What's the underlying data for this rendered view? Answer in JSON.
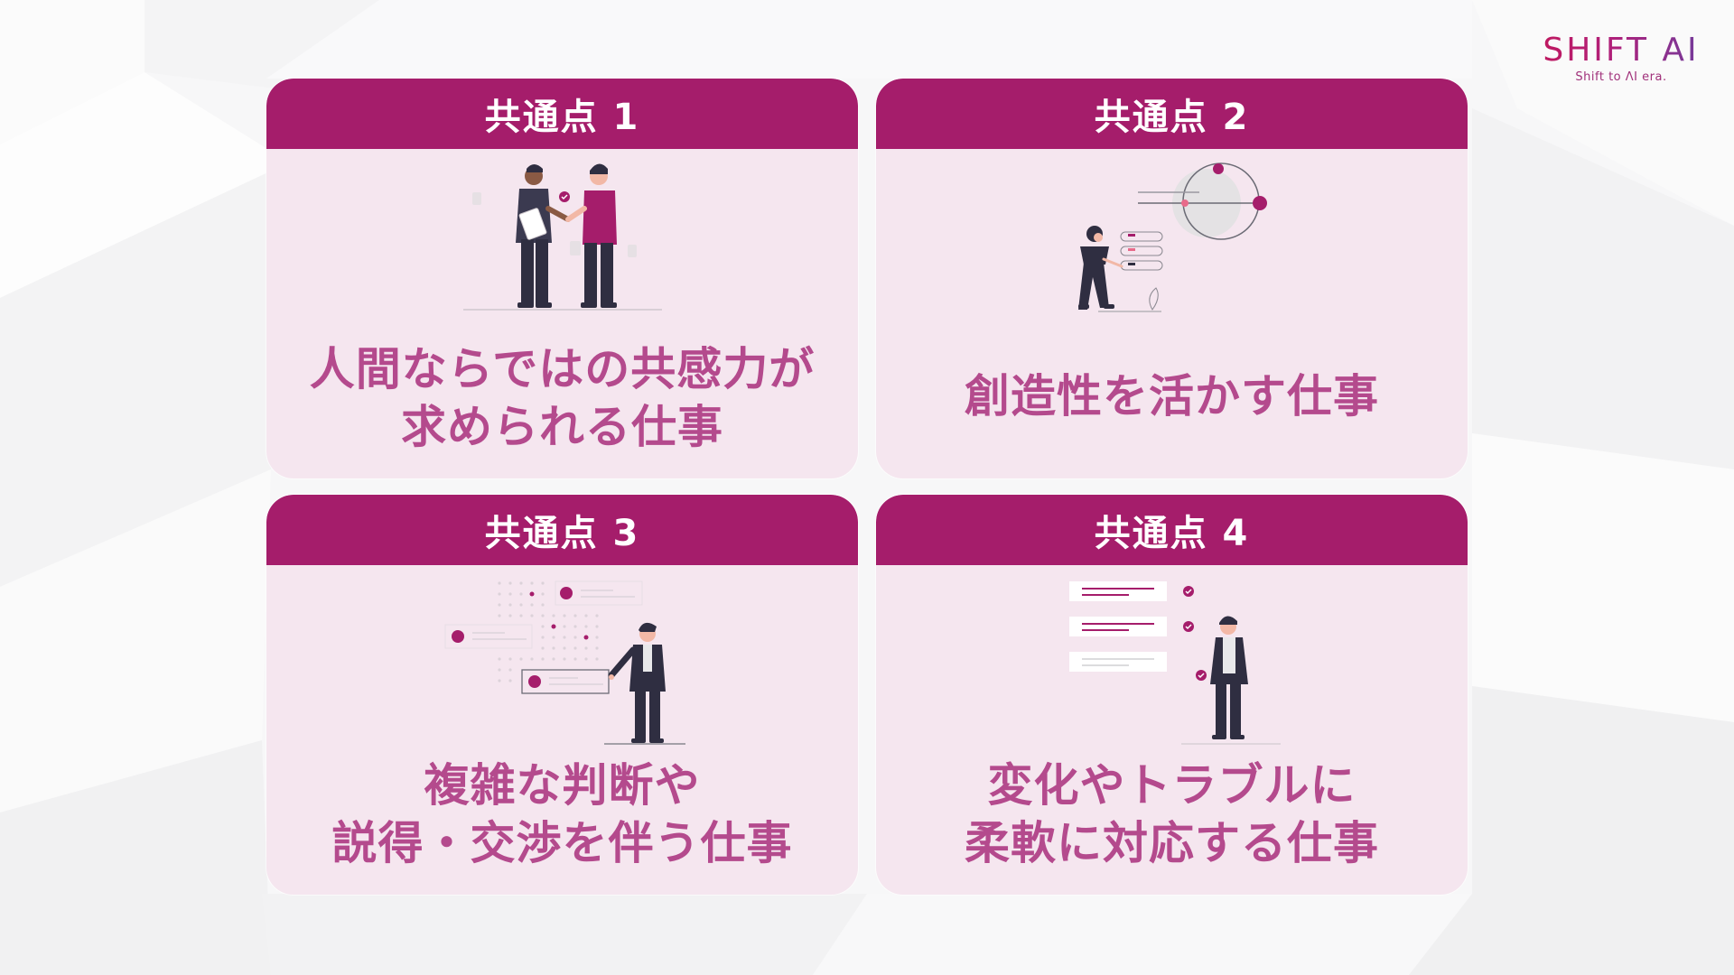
{
  "logo": {
    "main": "SHIFT AI",
    "tagline": "Shift to ΛI era."
  },
  "colors": {
    "header_bg": "#a51d6b",
    "card_bg": "#f5e6ef",
    "card_text": "#b44a8d",
    "header_text": "#ffffff",
    "accent": "#a51d6b",
    "figure_dark": "#2f2e41"
  },
  "cards": [
    {
      "header": "共通点 1",
      "illustration": "handshake-illustration",
      "lines": [
        "人間ならではの共感力が",
        "求められる仕事"
      ]
    },
    {
      "header": "共通点 2",
      "illustration": "woman-with-orbit-diagram-illustration",
      "lines": [
        "創造性を活かす仕事"
      ]
    },
    {
      "header": "共通点 3",
      "illustration": "man-presenting-dot-grid-illustration",
      "lines": [
        "複雑な判断や",
        "説得・交渉を伴う仕事"
      ]
    },
    {
      "header": "共通点 4",
      "illustration": "man-with-checklist-illustration",
      "lines": [
        "変化やトラブルに",
        "柔軟に対応する仕事"
      ]
    }
  ]
}
